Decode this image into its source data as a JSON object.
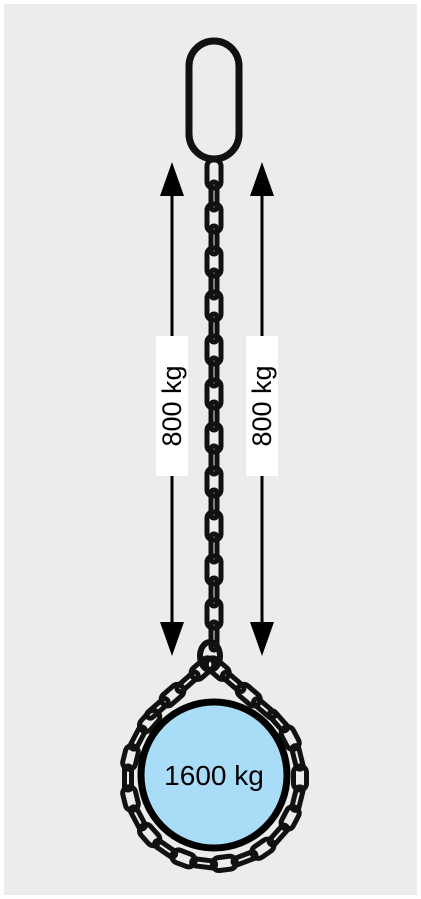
{
  "diagram": {
    "left_force_label": "800 kg",
    "right_force_label": "800 kg",
    "load_label": "1600 kg"
  },
  "colors": {
    "panel_background": "#ececec",
    "chain": "#111111",
    "load_fill": "#a9dcf6",
    "arrow": "#000000"
  }
}
